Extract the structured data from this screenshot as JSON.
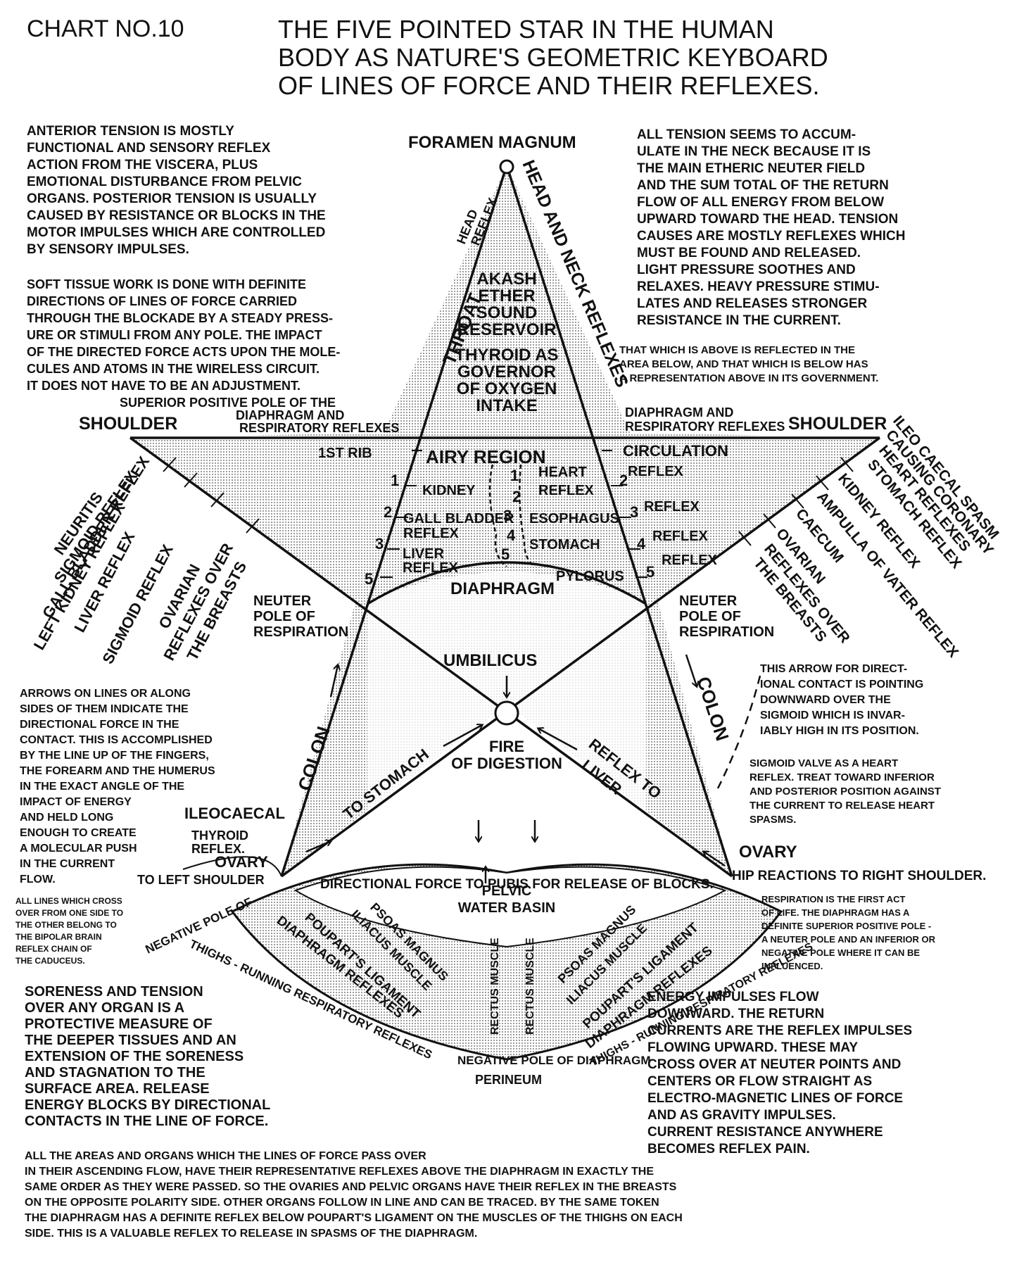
{
  "chart_no": "CHART NO.10",
  "title": [
    "THE FIVE POINTED STAR IN THE HUMAN",
    "BODY AS NATURE'S GEOMETRIC KEYBOARD",
    "OF LINES OF FORCE AND THEIR REFLEXES."
  ],
  "notes": {
    "anterior": [
      "ANTERIOR TENSION IS MOSTLY",
      "FUNCTIONAL AND SENSORY REFLEX",
      "ACTION FROM THE VISCERA, PLUS",
      "EMOTIONAL DISTURBANCE FROM PELVIC",
      "ORGANS. POSTERIOR TENSION IS USUALLY",
      "CAUSED BY RESISTANCE OR BLOCKS IN THE",
      "MOTOR IMPULSES WHICH ARE CONTROLLED",
      "BY SENSORY IMPULSES."
    ],
    "soft_tissue": [
      "SOFT TISSUE WORK IS DONE WITH DEFINITE",
      "DIRECTIONS OF LINES OF FORCE CARRIED",
      "THROUGH THE BLOCKADE BY A STEADY PRESS-",
      "URE OR STIMULI FROM ANY POLE. THE IMPACT",
      "OF THE DIRECTED FORCE ACTS UPON THE MOLE-",
      "CULES AND ATOMS IN THE WIRELESS CIRCUIT.",
      "IT DOES NOT HAVE TO BE AN ADJUSTMENT."
    ],
    "all_tension": [
      "ALL TENSION SEEMS TO ACCUM-",
      "ULATE IN THE NECK BECAUSE IT IS",
      "THE MAIN ETHERIC NEUTER FIELD",
      "AND THE SUM TOTAL OF THE RETURN",
      "FLOW OF ALL ENERGY FROM BELOW",
      "UPWARD TOWARD THE HEAD. TENSION",
      "CAUSES ARE MOSTLY REFLEXES WHICH",
      "MUST BE FOUND AND RELEASED.",
      "LIGHT PRESSURE SOOTHES AND",
      "RELAXES. HEAVY PRESSURE STIMU-",
      "LATES AND RELEASES STRONGER",
      "RESISTANCE IN THE CURRENT."
    ],
    "above_below": [
      "THAT WHICH IS ABOVE IS REFLECTED IN THE",
      "AREA BELOW, AND THAT WHICH IS BELOW HAS",
      "A REPRESENTATION ABOVE IN ITS GOVERNMENT."
    ],
    "arrows": [
      "ARROWS ON LINES OR ALONG",
      "SIDES OF THEM INDICATE THE",
      "DIRECTIONAL FORCE IN THE",
      "CONTACT. THIS IS ACCOMPLISHED",
      "BY THE LINE UP OF THE FINGERS,",
      "THE FOREARM AND THE HUMERUS",
      "IN THE EXACT ANGLE OF THE",
      "IMPACT OF ENERGY",
      "AND HELD LONG",
      "ENOUGH TO CREATE",
      "A MOLECULAR PUSH",
      "IN THE CURRENT",
      "FLOW."
    ],
    "lines_cross": [
      "ALL LINES WHICH CROSS",
      "OVER FROM ONE SIDE TO",
      "THE OTHER BELONG TO",
      "THE BIPOLAR BRAIN",
      "REFLEX CHAIN OF",
      "THE CADUCEUS."
    ],
    "this_arrow": [
      "THIS ARROW FOR DIRECT-",
      "IONAL CONTACT IS POINTING",
      "DOWNWARD OVER THE",
      "SIGMOID WHICH IS INVAR-",
      "IABLY HIGH IN ITS POSITION."
    ],
    "sigmoid_valve": [
      "SIGMOID VALVE AS A HEART",
      "REFLEX. TREAT TOWARD INFERIOR",
      "AND POSTERIOR POSITION AGAINST",
      "THE CURRENT TO RELEASE HEART",
      "SPASMS."
    ],
    "respiration": [
      "RESPIRATION IS THE FIRST ACT",
      "OF LIFE. THE DIAPHRAGM HAS A",
      "DEFINITE SUPERIOR POSITIVE POLE -",
      "A NEUTER POLE AND AN INFERIOR OR",
      "NEGATIVE POLE WHERE IT CAN BE",
      "INFLUENCED."
    ],
    "soreness": [
      "SORENESS AND TENSION",
      "OVER ANY ORGAN IS A",
      "PROTECTIVE MEASURE OF",
      "THE DEEPER TISSUES AND AN",
      "EXTENSION OF THE SORENESS",
      "AND STAGNATION TO THE",
      "SURFACE AREA. RELEASE",
      "ENERGY BLOCKS BY DIRECTIONAL",
      "CONTACTS IN THE LINE OF FORCE."
    ],
    "energy": [
      "ENERGY IMPULSES FLOW",
      "DOWNWARD. THE RETURN",
      "CURRENTS ARE THE REFLEX IMPULSES",
      "FLOWING UPWARD. THESE MAY",
      "CROSS OVER AT NEUTER POINTS AND",
      "CENTERS OR FLOW STRAIGHT AS",
      "ELECTRO-MAGNETIC LINES OF FORCE",
      "AND AS GRAVITY IMPULSES.",
      "CURRENT RESISTANCE ANYWHERE",
      "BECOMES REFLEX PAIN."
    ],
    "bottom": [
      "ALL THE AREAS AND ORGANS WHICH THE LINES OF FORCE PASS OVER",
      "IN THEIR ASCENDING FLOW, HAVE THEIR REPRESENTATIVE REFLEXES ABOVE THE DIAPHRAGM IN EXACTLY THE",
      "SAME ORDER AS THEY WERE PASSED. SO THE OVARIES AND PELVIC ORGANS HAVE THEIR REFLEX IN THE BREASTS",
      "ON THE OPPOSITE POLARITY SIDE. OTHER ORGANS FOLLOW IN LINE AND CAN BE TRACED. BY THE SAME TOKEN",
      "THE DIAPHRAGM HAS A DEFINITE REFLEX BELOW POUPART'S LIGAMENT ON THE MUSCLES OF THE THIGHS ON EACH",
      "SIDE. THIS IS A VALUABLE REFLEX TO RELEASE IN SPASMS OF THE DIAPHRAGM."
    ]
  },
  "labels": {
    "foramen": "FORAMEN MAGNUM",
    "head_neck": "HEAD AND NECK REFLEXES",
    "throat": "THROAT",
    "head_reflex": [
      "HEAD",
      "REFLEX"
    ],
    "akash": [
      "AKASH",
      "ETHER",
      "SOUND",
      "RESERVOIR"
    ],
    "thyroid": [
      "THYROID AS",
      "GOVERNOR",
      "OF OXYGEN",
      "INTAKE"
    ],
    "superior_pole": [
      "SUPERIOR POSITIVE POLE OF THE",
      "DIAPHRAGM AND",
      "RESPIRATORY REFLEXES"
    ],
    "diaphragm_resp_right": [
      "DIAPHRAGM AND",
      "RESPIRATORY REFLEXES"
    ],
    "shoulder": "SHOULDER",
    "first_rib": "1ST RIB",
    "airy": "AIRY REGION",
    "circulation": "CIRCULATION",
    "heart": "HEART",
    "reflex": "REFLEX",
    "kidney": "KIDNEY",
    "gall_bladder": "GALL BLADDER",
    "esophagus": "ESOPHAGUS",
    "stomach": "STOMACH",
    "liver": "LIVER",
    "pylorus": "PYLORUS",
    "diaphragm": "DIAPHRAGM",
    "neuter": [
      "NEUTER",
      "POLE OF",
      "RESPIRATION"
    ],
    "neuter_right": [
      "NEUTER",
      "POLE OF",
      "RESPIRATION"
    ],
    "umbilicus": "UMBILICUS",
    "fire": [
      "FIRE",
      "OF DIGESTION"
    ],
    "to_stomach": "TO STOMACH",
    "reflex_to_liver": [
      "REFLEX TO",
      "LIVER"
    ],
    "colon": "COLON",
    "left_reflexes": [
      "NEURITIS",
      "SIGMOID REFLEX",
      "GALL BLADDER REFLEX",
      "LEFT KIDNEY REFLEX",
      "LIVER REFLEX",
      "SIGMOID REFLEX",
      "OVARIAN",
      "REFLEXES OVER",
      "THE BREASTS"
    ],
    "right_reflexes": [
      "ILEO CAECAL SPASM",
      "CAUSING CORONARY",
      "HEART REFLEXES",
      "STOMACH REFLEX",
      "KIDNEY REFLEX",
      "AMPULLA OF VATER REFLEX",
      "CAECUM",
      "OVARIAN",
      "REFLEXES OVER",
      "THE BREASTS"
    ],
    "ileocaecal": "ILEOCAECAL",
    "thyroid_reflex": [
      "THYROID",
      "REFLEX."
    ],
    "ovary": "OVARY",
    "to_left_shoulder": "TO LEFT SHOULDER",
    "hip": "HIP REACTIONS TO RIGHT SHOULDER.",
    "directional": "DIRECTIONAL FORCE TO PUBIS FOR RELEASE OF BLOCKS.",
    "pelvic": [
      "PELVIC",
      "WATER BASIN"
    ],
    "negative_pole_top": "NEGATIVE POLE OF",
    "thighs": "THIGHS - RUNNING RESPIRATORY REFLEXES",
    "diaphragm_reflexes": "DIAPHRAGM REFLEXES",
    "pouparts": "POUPART'S LIGAMENT",
    "psoas": "PSOAS MAGNUS",
    "iliacus": "ILIACUS MUSCLE",
    "rectus": "RECTUS MUSCLE",
    "negative_pole_of_diaphragm": "NEGATIVE POLE OF DIAPHRAGM",
    "perineum": "PERINEUM",
    "numbers": [
      "1",
      "2",
      "3",
      "4",
      "5"
    ]
  },
  "colors": {
    "ink": "#111111",
    "shade": "#d2d2d2"
  }
}
